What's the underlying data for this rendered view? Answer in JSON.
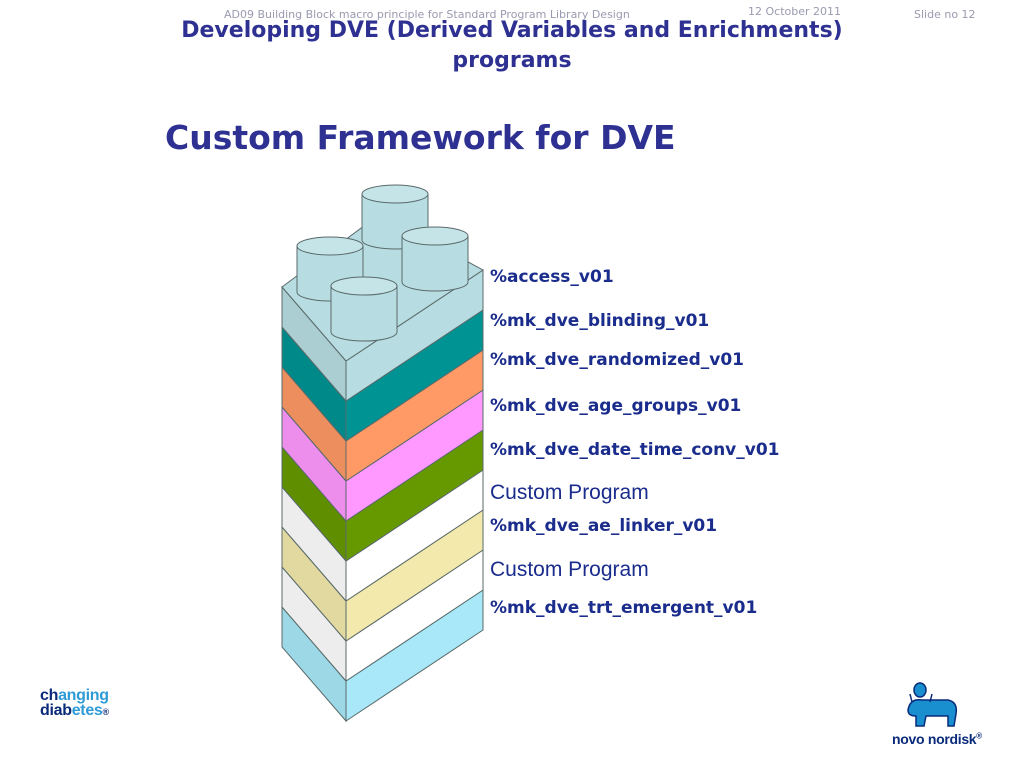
{
  "header": {
    "meta_title": "AD09 Building Block macro principle for Standard Program Library Design",
    "date": "12 October 2011",
    "slide": "Slide no 12"
  },
  "title_line1": "Developing DVE (Derived Variables and Enrichments)",
  "title_line2": "programs",
  "subtitle": "Custom Framework for DVE",
  "layers": [
    {
      "label": "%access_v01",
      "color": "#b7dde2",
      "custom": false
    },
    {
      "label": "%mk_dve_blinding_v01",
      "color": "#009393",
      "custom": false
    },
    {
      "label": "%mk_dve_randomized_v01",
      "color": "#ff9966",
      "custom": false
    },
    {
      "label": "%mk_dve_age_groups_v01",
      "color": "#ff99ff",
      "custom": false
    },
    {
      "label": "%mk_dve_date_time_conv_v01",
      "color": "#669900",
      "custom": false
    },
    {
      "label": "Custom Program",
      "color": "#ffffff",
      "custom": true
    },
    {
      "label": "%mk_dve_ae_linker_v01",
      "color": "#f3e9ad",
      "custom": false
    },
    {
      "label": "Custom Program",
      "color": "#ffffff",
      "custom": true
    },
    {
      "label": "%mk_dve_trt_emergent_v01",
      "color": "#a9e8f8",
      "custom": false
    }
  ],
  "logos": {
    "left_line1_dark": "ch",
    "left_line1_light": "anging",
    "left_line2_dark": "diab",
    "left_line2_light": "etes",
    "left_mark": "®",
    "right_text": "novo nordisk",
    "right_mark": "®"
  }
}
